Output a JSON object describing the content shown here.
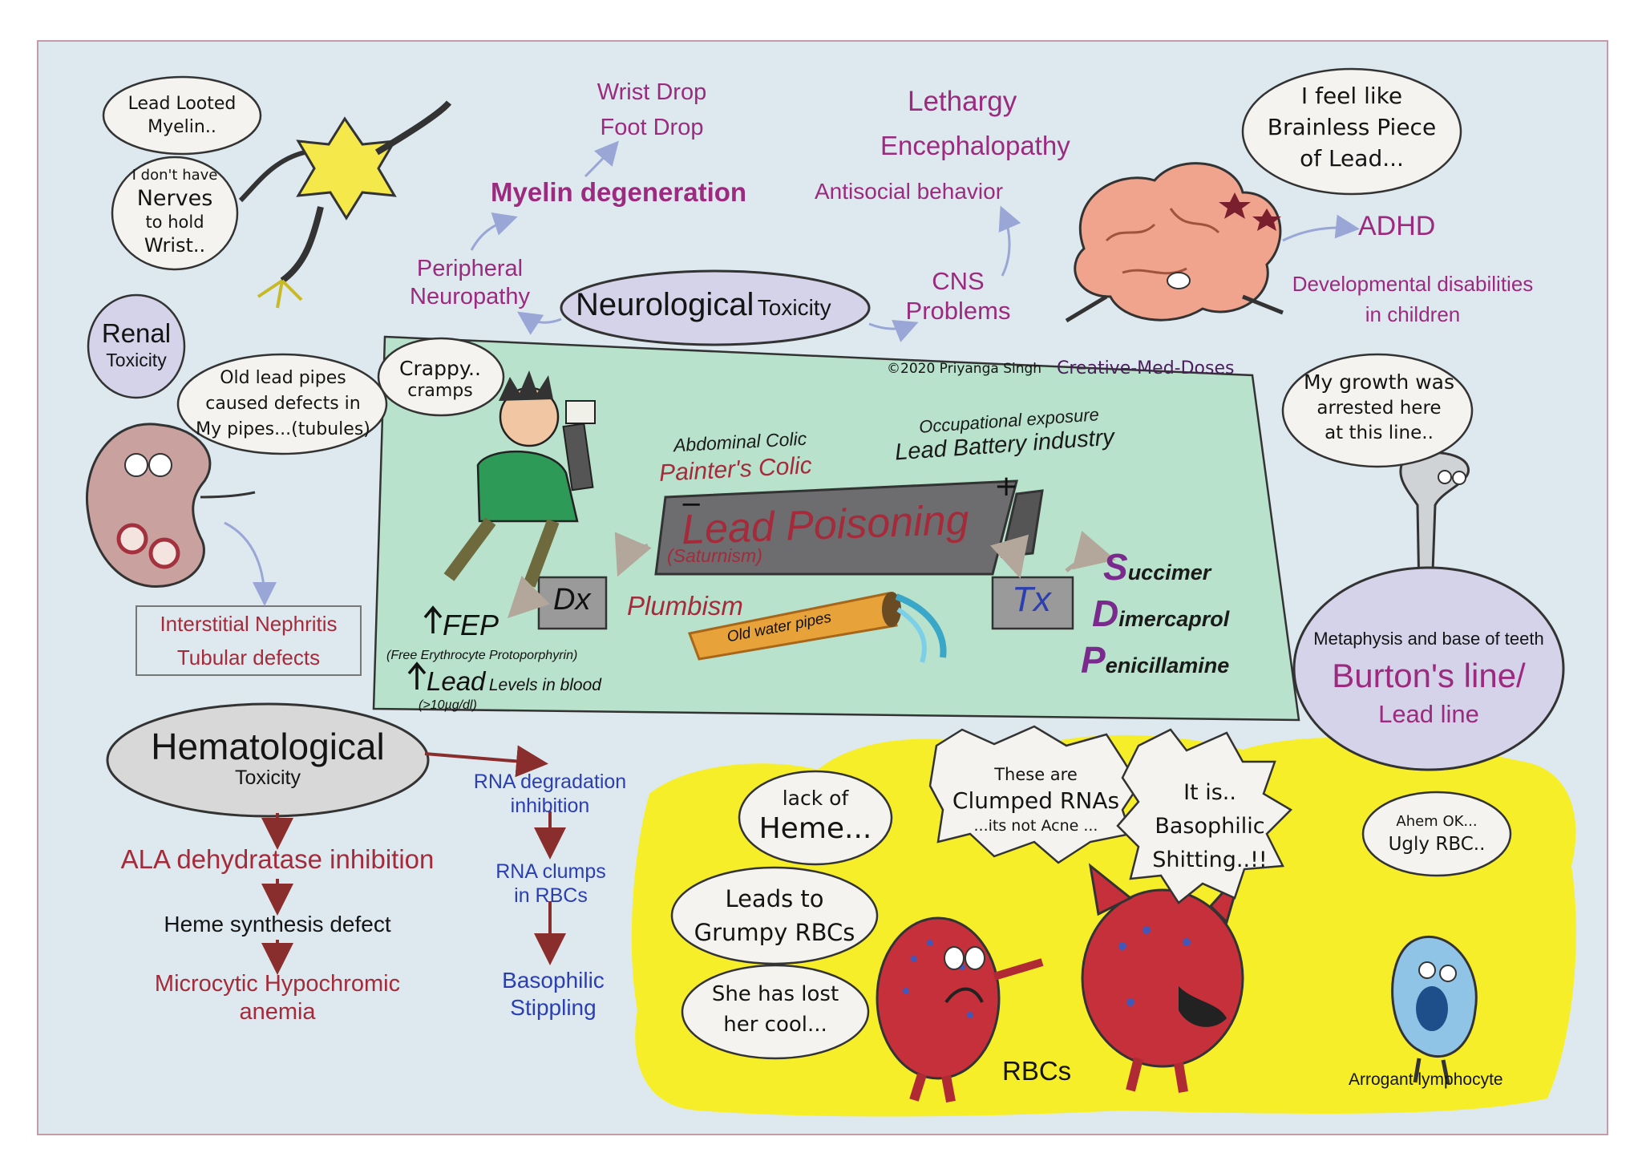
{
  "copyright": "©2020 Priyanga Singh",
  "brand": "Creative-Med-Doses",
  "center": {
    "title": "Lead Poisoning",
    "subtitle": "(Saturnism)",
    "plumbism": "Plumbism",
    "pipe_label": "Old water pipes",
    "abdominal_colic": "Abdominal Colic",
    "painters_colic": "Painter's Colic",
    "occupational_exposure": "Occupational exposure",
    "battery_industry": "Lead Battery industry",
    "cramps_bubble": [
      "Crappy..",
      "cramps"
    ]
  },
  "diagnosis": {
    "label": "Dx",
    "fep": "FEP",
    "fep_full": "(Free Erythrocyte Protoporphyrin)",
    "lead": "Lead",
    "lead_levels": "Levels in blood",
    "lead_threshold": "(>10µg/dl)"
  },
  "treatment": {
    "label": "Tx",
    "drugs": [
      {
        "initial": "S",
        "rest": "uccimer"
      },
      {
        "initial": "D",
        "rest": "imercaprol"
      },
      {
        "initial": "P",
        "rest": "enicillamine"
      }
    ]
  },
  "neurological": {
    "title": "Neurological",
    "subtitle": "Toxicity",
    "peripheral": [
      "Peripheral",
      "Neuropathy"
    ],
    "myelin": "Myelin degeneration",
    "wrist_drop": "Wrist Drop",
    "foot_drop": "Foot Drop",
    "cns": [
      "CNS",
      "Problems"
    ],
    "lethargy": "Lethargy",
    "encephalopathy": "Encephalopathy",
    "antisocial": "Antisocial behavior",
    "adhd": "ADHD",
    "developmental": [
      "Developmental disabilities",
      "in children"
    ],
    "neuron_bubble1": [
      "Lead Looted",
      "Myelin.."
    ],
    "neuron_bubble2": [
      "I don't have",
      "Nerves",
      "to hold",
      "Wrist.."
    ],
    "brain_bubble": [
      "I feel like",
      "Brainless Piece",
      "of Lead..."
    ]
  },
  "renal": {
    "title": "Renal",
    "subtitle": "Toxicity",
    "kidney_bubble": [
      "Old lead pipes",
      "caused defects in",
      "My pipes...(tubules)"
    ],
    "effects": [
      "Interstitial Nephritis",
      "Tubular defects"
    ]
  },
  "bone": {
    "bubble": [
      "My growth was",
      "arrested here",
      "at this line.."
    ],
    "location": "Metaphysis and base of teeth",
    "title": "Burton's line/",
    "subtitle": "Lead line"
  },
  "hematological": {
    "title": "Hematological",
    "subtitle": "Toxicity",
    "ala": "ALA dehydratase inhibition",
    "heme_defect": "Heme synthesis defect",
    "anemia": [
      "Microcytic Hypochromic",
      "anemia"
    ],
    "rna": [
      "RNA degradation",
      "inhibition"
    ],
    "rna_clumps": [
      "RNA clumps",
      "in RBCs"
    ],
    "stippling": [
      "Basophilic",
      "Stippling"
    ]
  },
  "cartoon": {
    "bubble_heme": [
      "lack of",
      "Heme..."
    ],
    "bubble_grumpy": [
      "Leads to",
      "Grumpy RBCs"
    ],
    "bubble_cool": [
      "She has lost",
      "her cool..."
    ],
    "bubble_clumped": [
      "These are",
      "Clumped RNAs",
      "...its not Acne ..."
    ],
    "bubble_basophilic": [
      "It is..",
      "Basophilic",
      "Shitting..!!"
    ],
    "bubble_lymph": [
      "Ahem OK...",
      "Ugly RBC.."
    ],
    "rbc_label": "RBCs",
    "lymph_label": "Arrogant lymphocyte"
  },
  "colors": {
    "background": "#dde9ef",
    "central_panel": "#b8e2cc",
    "yellow_panel": "#f7ee2a",
    "plum_text": "#9c2a7e",
    "red_text": "#a52a3a",
    "blue_text": "#2b3fb0"
  },
  "icons": [
    "neuron-icon",
    "brain-icon",
    "kidney-icon",
    "bone-icon",
    "painter-icon",
    "battery-icon",
    "water-pipe-icon",
    "rbc-icon",
    "angry-rbc-icon",
    "lymphocyte-icon"
  ]
}
